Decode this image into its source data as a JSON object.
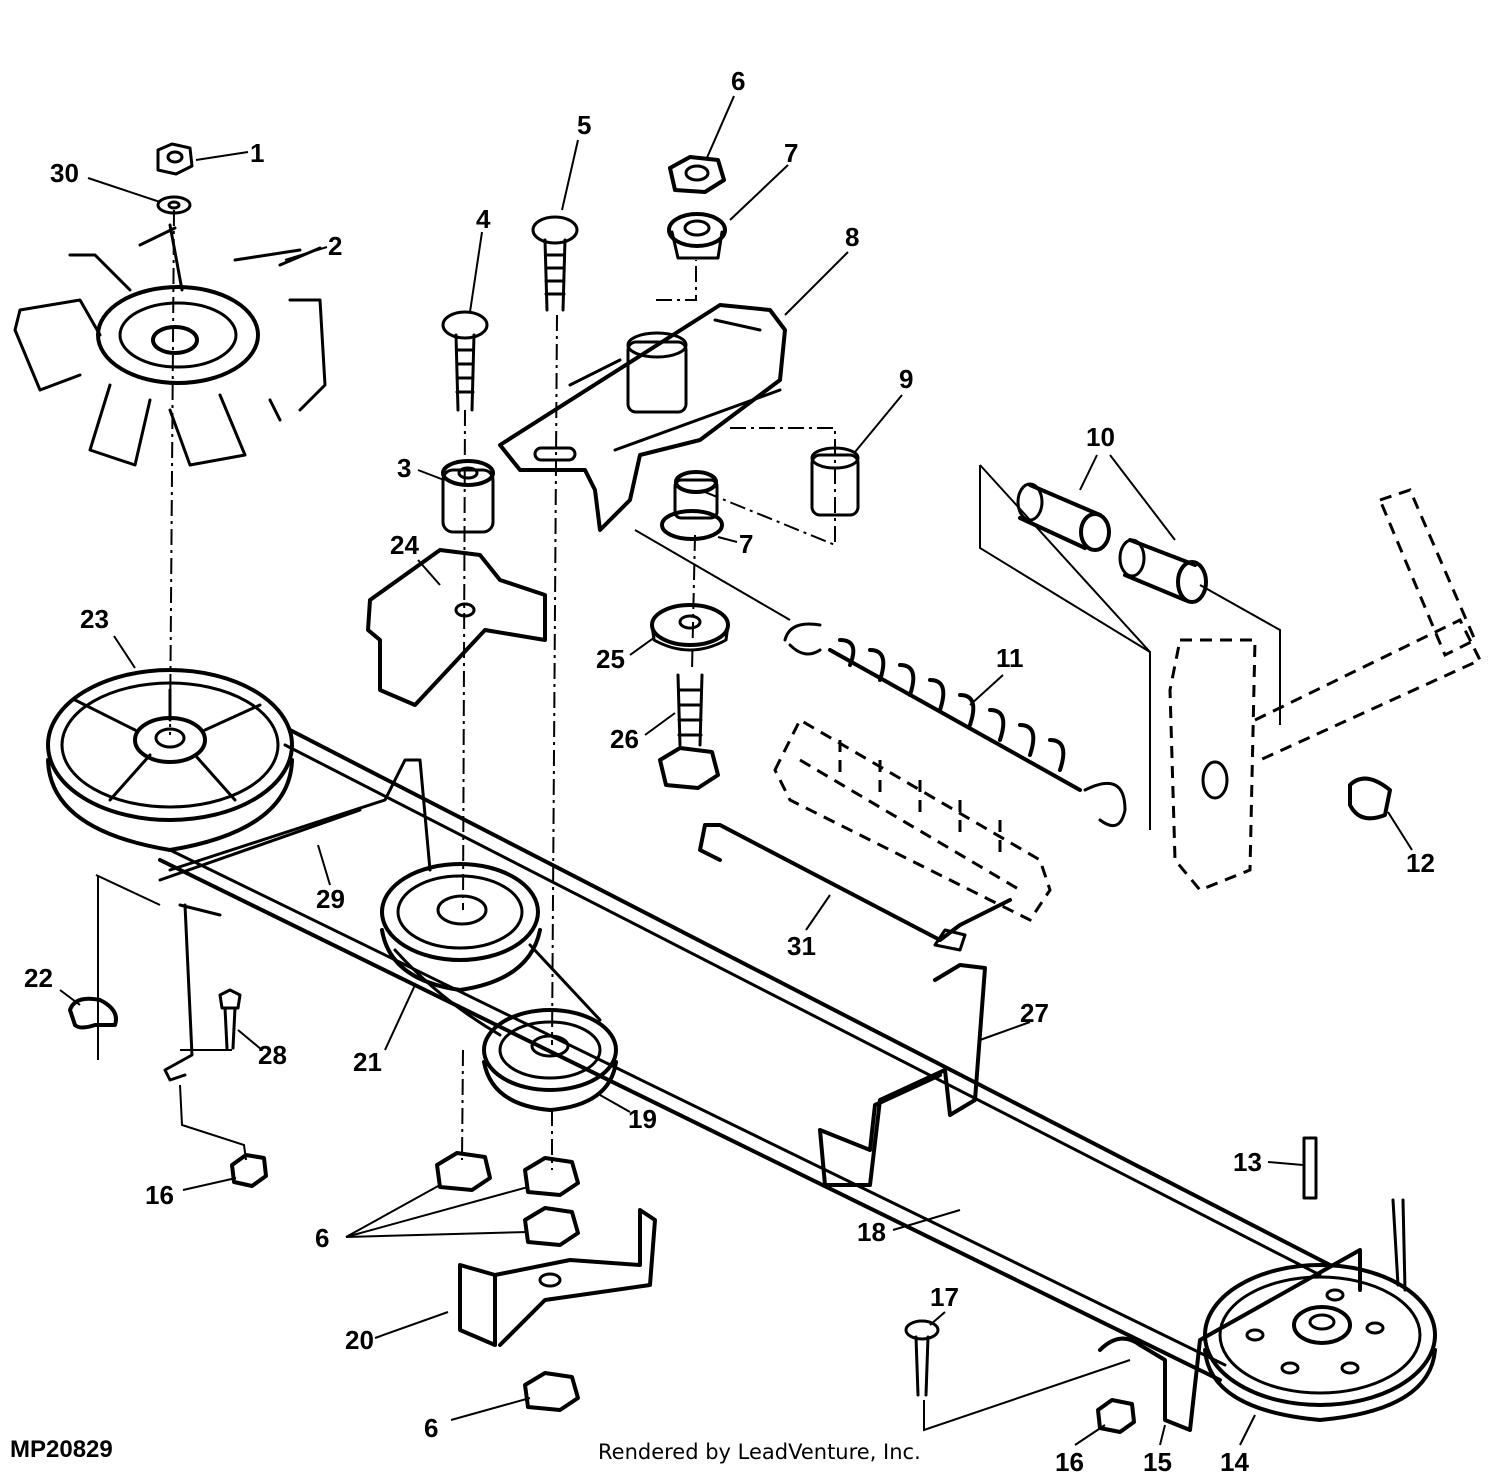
{
  "figure": {
    "id": "MP20829",
    "credit": "Rendered by LeadVenture, Inc."
  },
  "callouts": [
    "1",
    "2",
    "3",
    "4",
    "5",
    "6",
    "7",
    "8",
    "9",
    "10",
    "11",
    "12",
    "13",
    "14",
    "15",
    "16",
    "17",
    "18",
    "19",
    "20",
    "21",
    "22",
    "23",
    "24",
    "25",
    "26",
    "27",
    "28",
    "29",
    "30",
    "31"
  ],
  "colors": {
    "ink": "#000000",
    "background": "#ffffff"
  }
}
